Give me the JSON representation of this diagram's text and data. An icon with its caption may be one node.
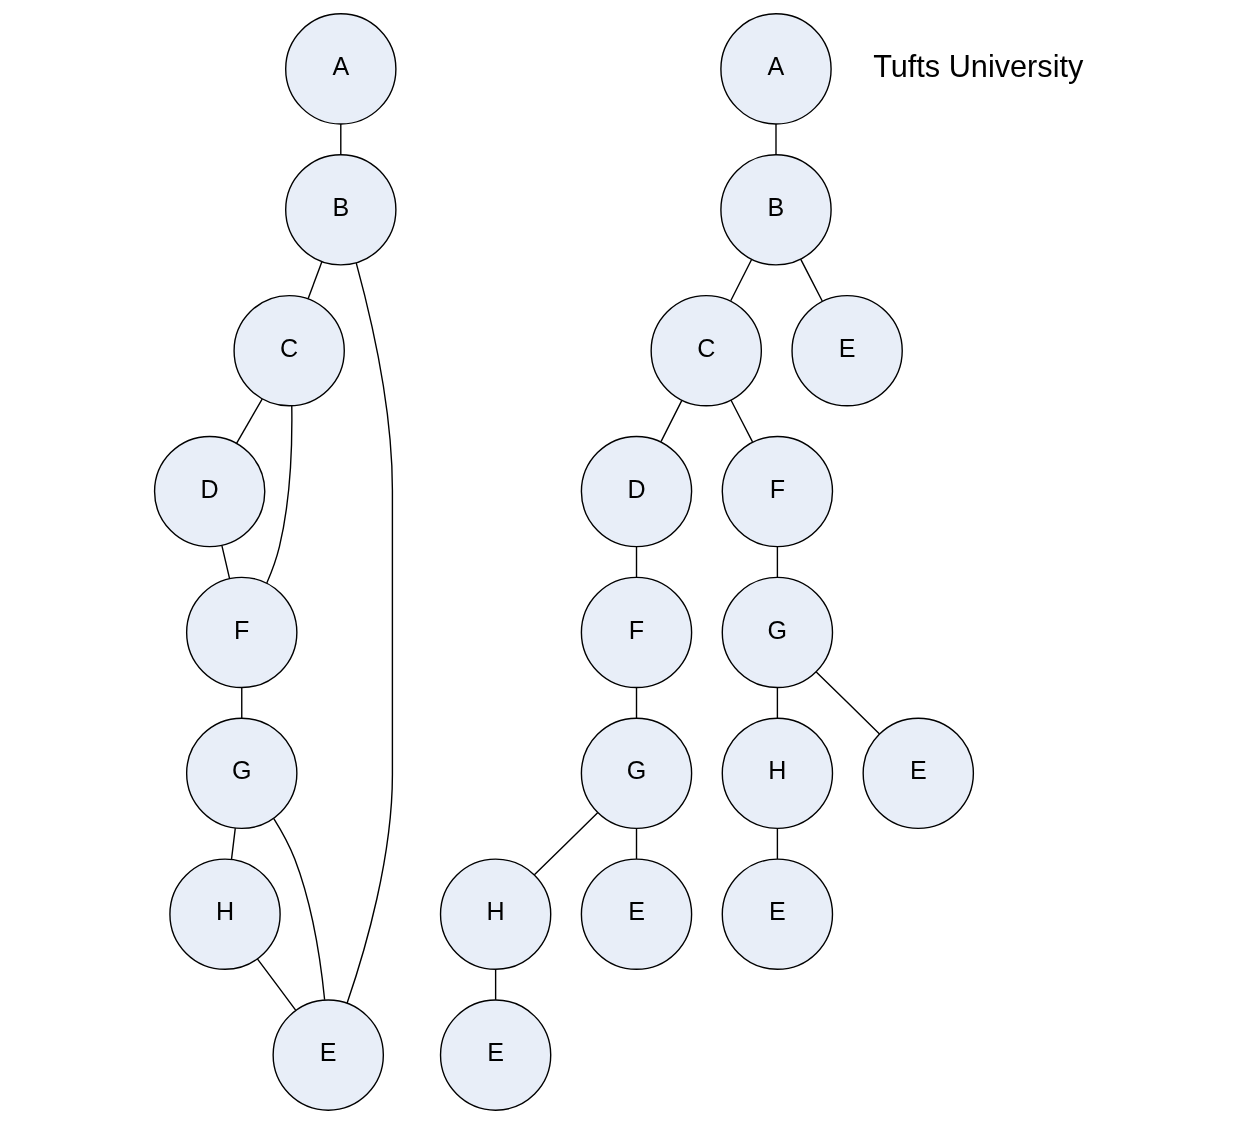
{
  "diagram": {
    "nodes": [
      {
        "text": [
          "A"
        ]
      },
      {
        "text": [
          "B"
        ]
      },
      {
        "text": [
          "C"
        ]
      },
      {
        "text": [
          "D"
        ]
      },
      {
        "text": [
          "F"
        ]
      },
      {
        "text": [
          "G"
        ]
      },
      {
        "text": [
          "H"
        ]
      },
      {
        "text": [
          "E"
        ]
      },
      {
        "text": [
          "A"
        ]
      },
      {
        "text": [
          "B"
        ]
      },
      {
        "text": [
          "C"
        ]
      },
      {
        "text": [
          "E"
        ]
      },
      {
        "text": [
          "D"
        ]
      },
      {
        "text": [
          "F"
        ]
      },
      {
        "text": [
          "F"
        ]
      },
      {
        "text": [
          "G"
        ]
      },
      {
        "text": [
          "H"
        ]
      },
      {
        "text": [
          "E"
        ]
      },
      {
        "text": [
          "E"
        ]
      },
      {
        "text": [
          "G"
        ]
      },
      {
        "text": [
          "H"
        ]
      },
      {
        "text": [
          "E"
        ]
      },
      {
        "text": [
          "E"
        ]
      }
    ],
    "edges": [
      {
        "from": 0,
        "to": 1,
        "arrow": "none"
      },
      {
        "from": 1,
        "to": 2,
        "arrow": "none"
      },
      {
        "from": 2,
        "to": 3,
        "arrow": "none"
      },
      {
        "from": 2,
        "to": 4,
        "arrow": "none"
      },
      {
        "from": 3,
        "to": 4,
        "arrow": "none"
      },
      {
        "from": 4,
        "to": 5,
        "arrow": "none"
      },
      {
        "from": 5,
        "to": 6,
        "arrow": "none"
      },
      {
        "from": 6,
        "to": 7,
        "arrow": "none"
      },
      {
        "from": 5,
        "to": 7,
        "arrow": "none"
      },
      {
        "from": 1,
        "to": 7,
        "arrow": "none"
      },
      {
        "from": 8,
        "to": 9,
        "arrow": "none"
      },
      {
        "from": 9,
        "to": 10,
        "arrow": "none"
      },
      {
        "from": 9,
        "to": 11,
        "arrow": "none"
      },
      {
        "from": 10,
        "to": 12,
        "arrow": "none"
      },
      {
        "from": 10,
        "to": 13,
        "arrow": "none"
      },
      {
        "from": 12,
        "to": 14,
        "arrow": "none"
      },
      {
        "from": 14,
        "to": 15,
        "arrow": "none"
      },
      {
        "from": 15,
        "to": 16,
        "arrow": "none"
      },
      {
        "from": 15,
        "to": 17,
        "arrow": "none"
      },
      {
        "from": 16,
        "to": 18,
        "arrow": "none"
      },
      {
        "from": 13,
        "to": 19,
        "arrow": "none"
      },
      {
        "from": 19,
        "to": 20,
        "arrow": "none"
      },
      {
        "from": 19,
        "to": 21,
        "arrow": "none"
      },
      {
        "from": 20,
        "to": 22,
        "arrow": "none"
      }
    ],
    "labels": [
      "Tufts University"
    ]
  }
}
